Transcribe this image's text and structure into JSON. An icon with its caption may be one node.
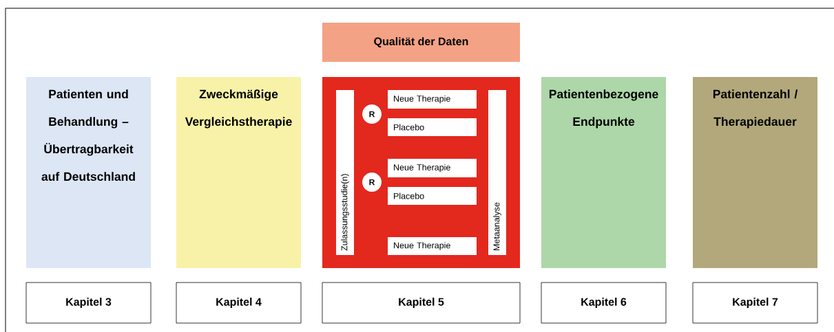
{
  "diagram": {
    "nodes": [
      {
        "text": [
          "Qualität der Daten"
        ]
      },
      {
        "text": [
          "Patienten und Behandlung – Übertragbarkeit auf Deutschland"
        ]
      },
      {
        "text": [
          "Zweckmäßige Vergleichstherapie"
        ]
      },
      {
        "text": [],
        "shape": "box"
      },
      {
        "text": [
          "Zulassungsstudie(n)"
        ],
        "in": 3
      },
      {
        "text": [
          "R"
        ],
        "in": 3
      },
      {
        "text": [
          "Neue Therapie"
        ],
        "in": 3
      },
      {
        "text": [
          "Placebo"
        ],
        "in": 3
      },
      {
        "text": [
          "R"
        ],
        "in": 3
      },
      {
        "text": [
          "Neue Therapie"
        ],
        "in": 3
      },
      {
        "text": [
          "Placebo"
        ],
        "in": 3
      },
      {
        "text": [
          "Neue Therapie"
        ],
        "in": 3
      },
      {
        "text": [
          "Metaanalyse"
        ],
        "in": 3
      },
      {
        "text": [
          "Patientenbezogene Endpunkte"
        ]
      },
      {
        "text": [
          "Patientenzahl / Therapiedauer"
        ]
      },
      {
        "text": [
          "Kapitel 3"
        ]
      },
      {
        "text": [
          "Kapitel 4"
        ]
      },
      {
        "text": [
          "Kapitel 5"
        ]
      },
      {
        "text": [
          "Kapitel 6"
        ]
      },
      {
        "text": [
          "Kapitel 7"
        ]
      }
    ]
  }
}
